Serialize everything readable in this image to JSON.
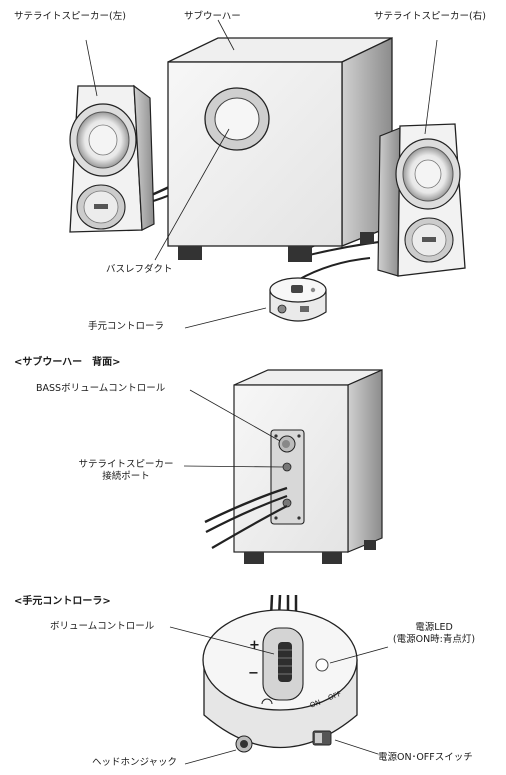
{
  "top_diagram": {
    "labels": {
      "satellite_left": "サテライトスピーカー(左)",
      "subwoofer": "サブウーハー",
      "satellite_right": "サテライトスピーカー(右)",
      "bass_reflex_duct": "バスレフダクト",
      "hand_controller": "手元コントローラ"
    }
  },
  "back_diagram": {
    "title": "<サブウーハー　背面>",
    "labels": {
      "bass_volume_control": "BASSボリュームコントロール",
      "satellite_port_line1": "サテライトスピーカー",
      "satellite_port_line2": "接続ポート"
    }
  },
  "controller_diagram": {
    "title": "<手元コントローラ>",
    "labels": {
      "volume_control": "ボリュームコントロール",
      "power_led_line1": "電源LED",
      "power_led_line2": "(電源ON時:青点灯)",
      "headphone_jack": "ヘッドホンジャック",
      "power_switch": "電源ON･OFFスイッチ"
    },
    "markings": {
      "plus": "+",
      "minus": "−",
      "on": "ON",
      "off": "OFF"
    }
  }
}
